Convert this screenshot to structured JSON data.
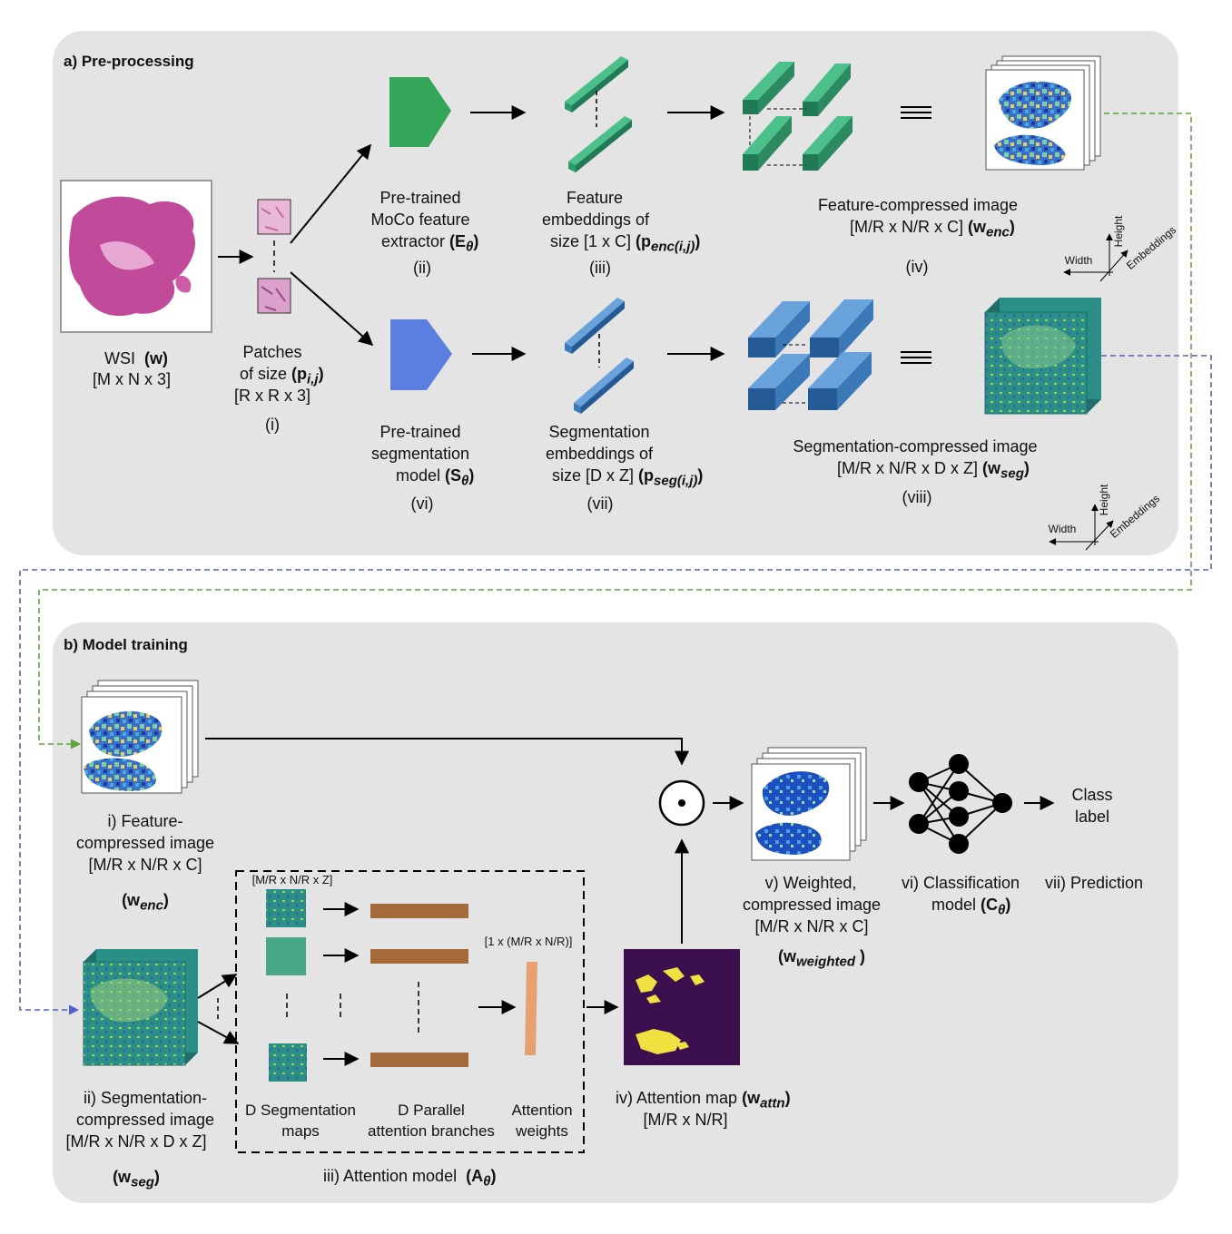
{
  "panel_a": {
    "heading": "a) Pre-processing",
    "wsi": {
      "label": "WSI",
      "symbol": "(w)",
      "dims": "[M x N x 3]"
    },
    "patches": {
      "line1": "Patches",
      "line2": "of size",
      "symbol": "(p",
      "sub": "i,j",
      "close": ")",
      "dims": "[R x R x 3]",
      "num": "(i)"
    },
    "encoder": {
      "line1": "Pre-trained",
      "line2": "MoCo feature",
      "line3": "extractor",
      "symbol": "(E",
      "sub": "θ",
      "close": ")",
      "num": "(ii)"
    },
    "feat_emb": {
      "line1": "Feature",
      "line2": "embeddings of",
      "line3": "size [1 x C]",
      "symbol": "(p",
      "sub": "enc(i,j)",
      "close": ")",
      "num": "(iii)"
    },
    "feat_img": {
      "line1": "Feature-compressed image",
      "dims": "[M/R x N/R x C]",
      "symbol": "(w",
      "sub": "enc",
      "close": ")",
      "num": "(iv)"
    },
    "axes1": {
      "width": "Width",
      "height": "Height",
      "emb": "Embeddings"
    },
    "segmodel": {
      "line1": "Pre-trained",
      "line2": "segmentation",
      "line3": "model",
      "symbol": "(S",
      "sub": "θ",
      "close": ")",
      "num": "(vi)"
    },
    "seg_emb": {
      "line1": "Segmentation",
      "line2": "embeddings of",
      "line3": "size [D x Z]",
      "symbol": "(p",
      "sub": "seg(i,j)",
      "close": ")",
      "num": "(vii)"
    },
    "seg_img": {
      "line1": "Segmentation-compressed image",
      "dims": "[M/R x N/R x D x Z]",
      "symbol": "(w",
      "sub": "seg",
      "close": ")",
      "num": "(viii)"
    },
    "axes2": {
      "width": "Width",
      "height": "Height",
      "emb": "Embeddings"
    }
  },
  "panel_b": {
    "heading": "b) Model training",
    "feat": {
      "line1": "i) Feature-",
      "line2": "compressed image",
      "dims": "[M/R x N/R x C]",
      "symbol": "(w",
      "sub": "enc",
      "close": ")"
    },
    "seg": {
      "line1": "ii) Segmentation-",
      "line2": "compressed image",
      "dims": "[M/R x N/R x D x Z]",
      "symbol": "(w",
      "sub": "seg",
      "close": ")"
    },
    "attn_box": {
      "map_dims": "[M/R x N/R x Z]",
      "weight_dims": "[1 x (M/R x N/R)]",
      "col1a": "D Segmentation",
      "col1b": "maps",
      "col2a": "D Parallel",
      "col2b": "attention branches",
      "col3a": "Attention",
      "col3b": "weights",
      "title": "iii) Attention model",
      "symbol": "(A",
      "sub": "θ",
      "close": ")"
    },
    "attn_map": {
      "line1": "iv) Attention map",
      "symbol": "(w",
      "sub": "attn",
      "close": ")",
      "dims": "[M/R x N/R]"
    },
    "weighted": {
      "line1": "v) Weighted,",
      "line2": "compressed image",
      "dims": "[M/R x N/R x C]",
      "symbol": "(w",
      "sub": "weighted",
      "close": " )"
    },
    "classif": {
      "line1": "vi) Classification",
      "line2": "model",
      "symbol": "(C",
      "sub": "θ",
      "close": ")"
    },
    "pred": {
      "line1": "vii) Prediction",
      "class1": "Class",
      "class2": "label"
    },
    "odot": "⊙"
  },
  "colors": {
    "panel": "#e4e4e4",
    "green": "#2e9a5f",
    "blue": "#3a78b8",
    "encoder": "#34a65a",
    "segmodel": "#5b7fe0",
    "brown": "#a56a3a",
    "orange": "#e8a070",
    "purple": "#3c0f4f",
    "teal": "#2c8c84"
  }
}
